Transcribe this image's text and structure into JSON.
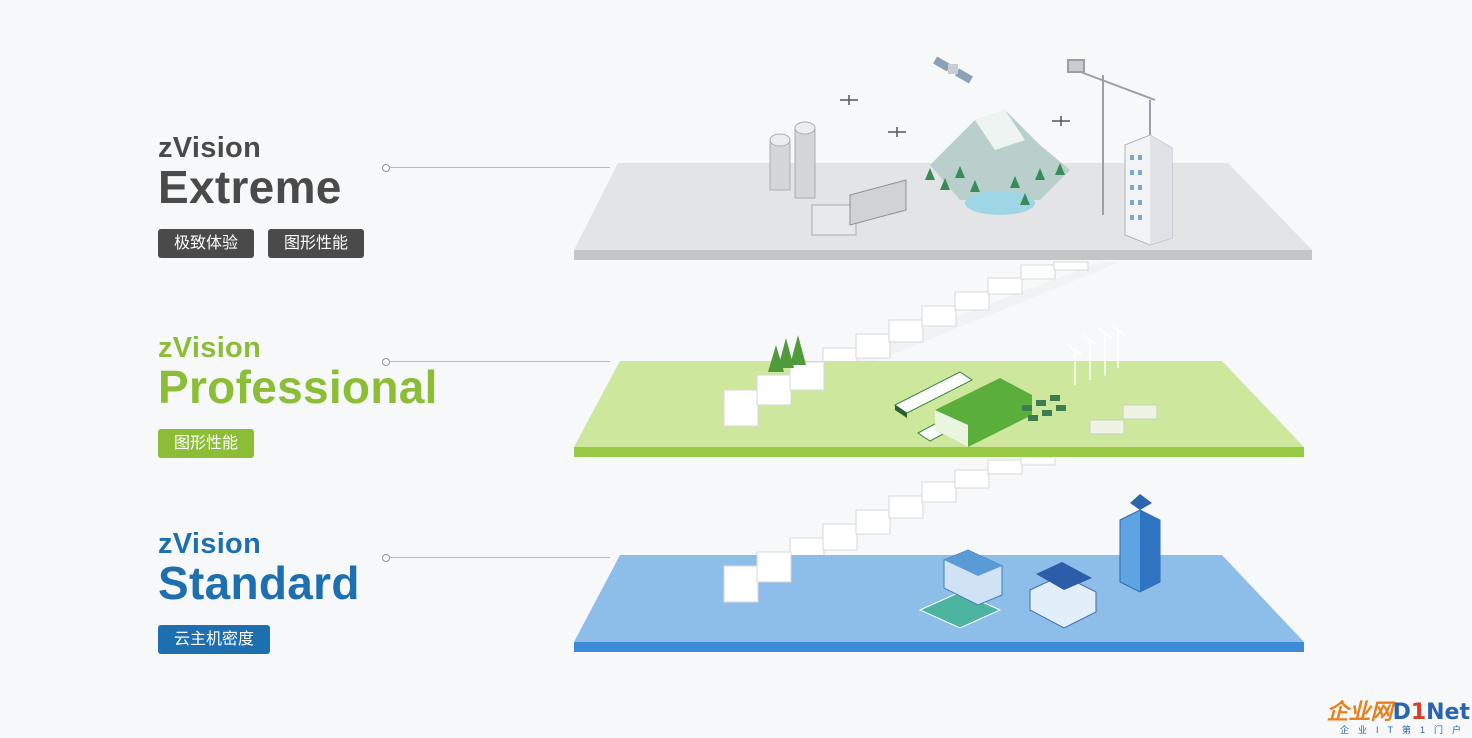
{
  "tiers": [
    {
      "brand": "zVision",
      "name": "Extreme",
      "color": "#4a4a4a",
      "tags": [
        "极致体验",
        "图形性能"
      ],
      "platform_color": "#d7d8d9"
    },
    {
      "brand": "zVision",
      "name": "Professional",
      "color": "#8bbd36",
      "tags": [
        "图形性能"
      ],
      "platform_color": "#c7e394"
    },
    {
      "brand": "zVision",
      "name": "Standard",
      "color": "#1e6fb0",
      "tags": [
        "云主机密度"
      ],
      "platform_color": "#8dbde9"
    }
  ],
  "watermark": {
    "cn": "企业网",
    "d": "D",
    "i": "1",
    "net": "Net",
    "sub": "企业IT第1门户"
  },
  "icons": [
    "satellite-icon",
    "drone-icon",
    "mountain-icon",
    "crane-icon",
    "building-icon",
    "silo-icon",
    "tree-icon",
    "train-icon",
    "wind-turbine-icon",
    "solar-panel-icon",
    "school-icon",
    "bank-icon",
    "skyscraper-icon",
    "stairs-icon"
  ]
}
